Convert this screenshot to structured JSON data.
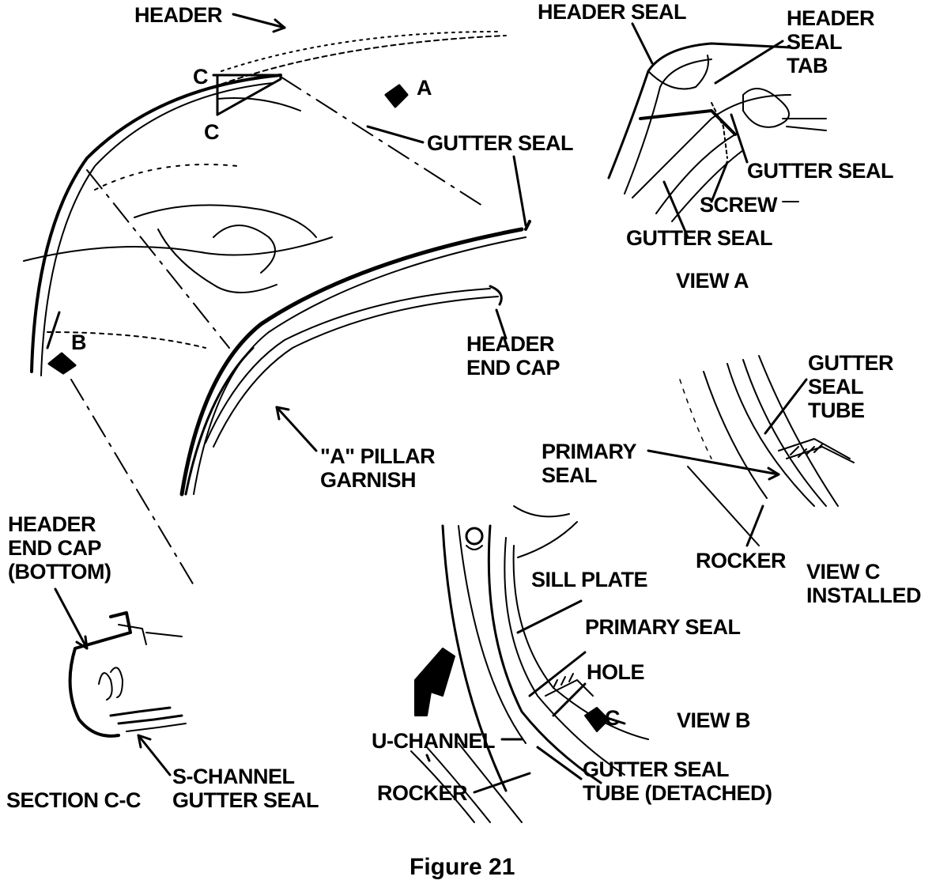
{
  "figure": {
    "caption": "Figure 21",
    "labels": {
      "header": "HEADER",
      "header_seal": "HEADER SEAL",
      "header_seal_tab": "HEADER\nSEAL\nTAB",
      "callout_a": "A",
      "callout_c_top": "C",
      "callout_c_bottom": "C",
      "gutter_seal_main": "GUTTER SEAL",
      "gutter_seal_view_a_1": "GUTTER SEAL",
      "screw": "SCREW",
      "gutter_seal_view_a_2": "GUTTER SEAL",
      "view_a": "VIEW A",
      "callout_b": "B",
      "header_end_cap": "HEADER\nEND CAP",
      "a_pillar_garnish": "\"A\" PILLAR\nGARNISH",
      "gutter_seal_tube": "GUTTER\nSEAL\nTUBE",
      "primary_seal_view_c": "PRIMARY\nSEAL",
      "rocker_view_c": "ROCKER",
      "view_c_installed": "VIEW C\nINSTALLED",
      "header_end_cap_bottom": "HEADER\nEND CAP\n(BOTTOM)",
      "sill_plate": "SILL PLATE",
      "primary_seal_view_b": "PRIMARY SEAL",
      "hole": "HOLE",
      "callout_c_view_b": "C",
      "view_b": "VIEW B",
      "u_channel": "U-CHANNEL",
      "gutter_seal_tube_detached": "GUTTER SEAL\nTUBE (DETACHED)",
      "rocker_view_b": "ROCKER",
      "section_c_c": "SECTION C-C",
      "s_channel_gutter_seal": "S-CHANNEL\nGUTTER SEAL"
    }
  }
}
